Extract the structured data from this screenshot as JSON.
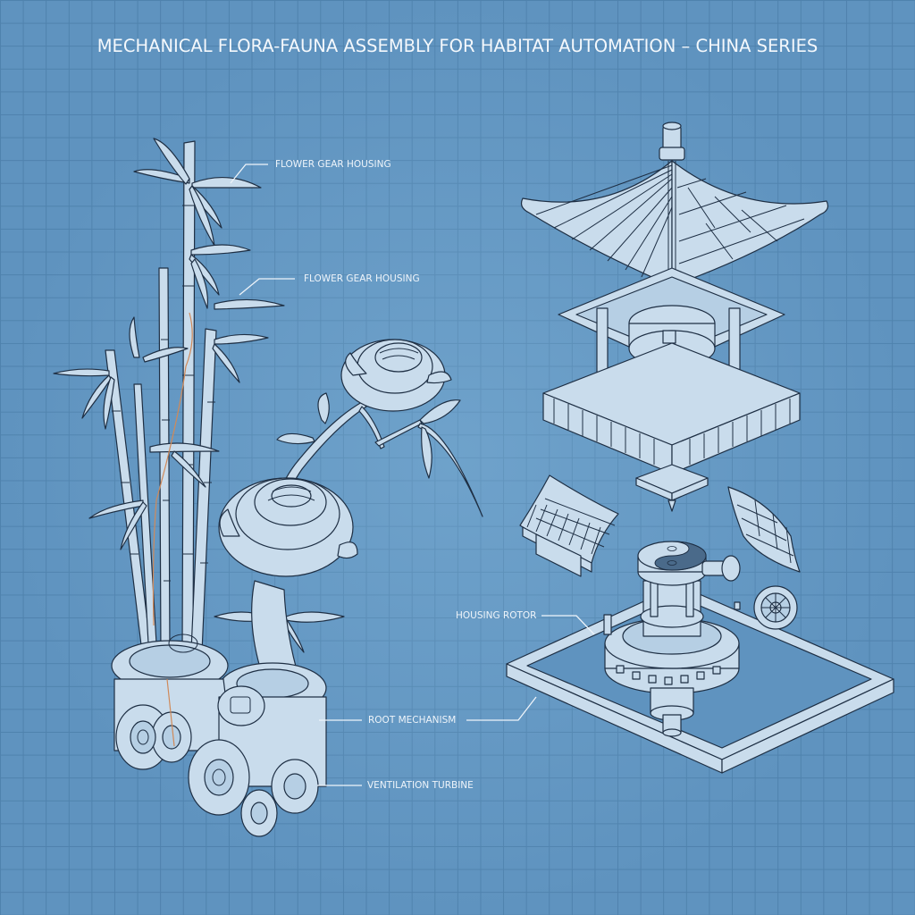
{
  "title": "MECHANICAL FLORA-FAUNA ASSEMBLY FOR HABITAT AUTOMATION – CHINA SERIES",
  "colors": {
    "background": "#5f93bf",
    "grid": "#4f82ad",
    "line_art_fill": "#c9dcec",
    "line_art_stroke": "#1e2f44",
    "label_text": "#eef4fa",
    "leader_line": "#eef4fa",
    "yin_dark": "#4a6a8a"
  },
  "left_assembly": {
    "name": "Bamboo and peony on gear base",
    "labels": [
      {
        "id": "flower-gear-housing-1",
        "text": "FLOWER GEAR HOUSING"
      },
      {
        "id": "flower-gear-housing-2",
        "text": "FLOWER GEAR HOUSING"
      },
      {
        "id": "root-mechanism",
        "text": "ROOT MECHANISM"
      },
      {
        "id": "ventilation-turbine",
        "text": "VENTILATION TURBINE"
      }
    ]
  },
  "right_assembly": {
    "name": "Exploded pagoda with yin-yang rotor",
    "labels": [
      {
        "id": "housing-rotor",
        "text": "HOUSING ROTOR"
      }
    ]
  }
}
